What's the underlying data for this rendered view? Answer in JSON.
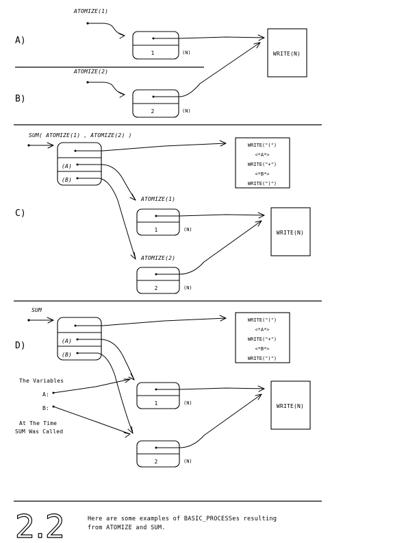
{
  "figure": {
    "number": "2.2",
    "caption_line1": "Here are some examples of BASIC_PROCESSes resulting",
    "caption_line2": "from ATOMIZE and SUM."
  },
  "sections": [
    {
      "id": "a",
      "label": "A)",
      "call_label": "ATOMIZE(1)",
      "process": {
        "value": "1",
        "port": "(N)"
      },
      "output_box": {
        "lines": [
          "WRITE(N)"
        ]
      }
    },
    {
      "id": "b",
      "label": "B)",
      "call_label": "ATOMIZE(2)",
      "process": {
        "value": "2",
        "port": "(N)"
      },
      "output_box": {
        "lines": [
          "WRITE(N)"
        ]
      }
    },
    {
      "id": "c",
      "label": "C)",
      "call_label": "SUM( ATOMIZE(1) , ATOMIZE(2) )",
      "sum_box": {
        "slots": [
          "",
          "(A)",
          "(B)"
        ]
      },
      "sum_output_box": {
        "lines": [
          "WRITE(\"(\")",
          "<*A*>",
          "WRITE(\"+\")",
          "<*B*>",
          "WRITE(\")\")"
        ]
      },
      "sub_calls": [
        {
          "call_label": "ATOMIZE(1)",
          "value": "1",
          "port": "(N)"
        },
        {
          "call_label": "ATOMIZE(2)",
          "value": "2",
          "port": "(N)"
        }
      ],
      "output_box": {
        "lines": [
          "WRITE(N)"
        ]
      }
    },
    {
      "id": "d",
      "label": "D)",
      "call_label": "SUM",
      "sum_box": {
        "slots": [
          "",
          "(A)",
          "(B)"
        ]
      },
      "sum_output_box": {
        "lines": [
          "WRITE(\"(\")",
          "<*A*>",
          "WRITE(\"+\")",
          "<*B*>",
          "WRITE(\")\")"
        ]
      },
      "annotation": {
        "title": "The Variables",
        "var_a": "A:",
        "var_b": "B:",
        "footnote_line1": "At The Time",
        "footnote_line2": "SUM Was Called"
      },
      "processes": [
        {
          "value": "1",
          "port": "(N)"
        },
        {
          "value": "2",
          "port": "(N)"
        }
      ],
      "output_box": {
        "lines": [
          "WRITE(N)"
        ]
      }
    }
  ],
  "colors": {
    "ink": "#000000",
    "paper": "#ffffff"
  }
}
